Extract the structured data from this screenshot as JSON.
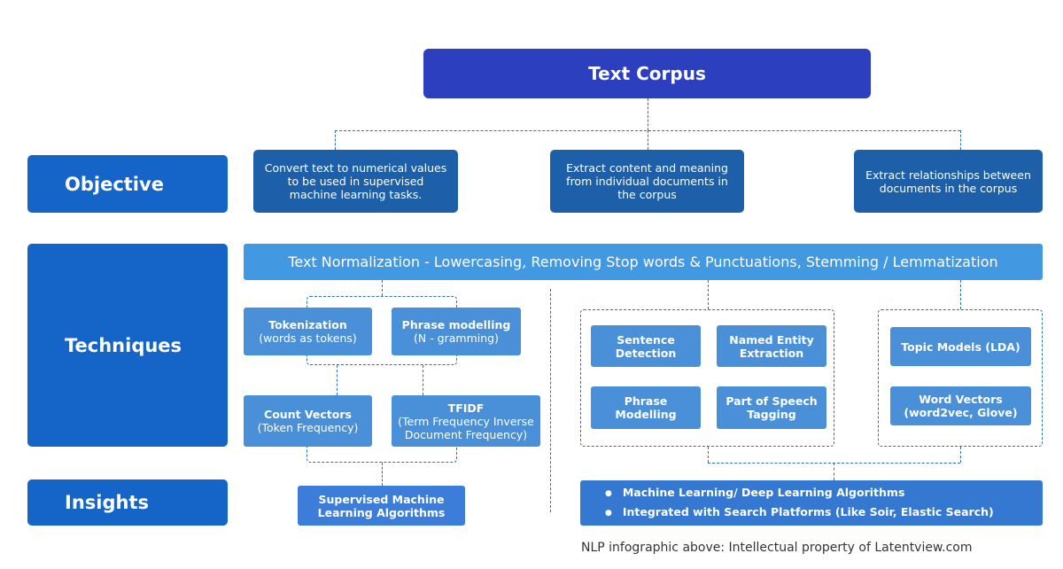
{
  "title": "Text Corpus",
  "sections": {
    "objective": "Objective",
    "techniques": "Techniques",
    "insights": "Insights"
  },
  "objectives": [
    "Convert text to numerical values to be used in supervised machine learning tasks.",
    "Extract content and meaning from individual documents in the corpus",
    "Extract relationships between documents in the corpus"
  ],
  "normalization": "Text Normalization - Lowercasing, Removing Stop words & Punctuations, Stemming / Lemmatization",
  "techniques": {
    "tokenization": {
      "title": "Tokenization",
      "sub": "(words as tokens)"
    },
    "phrase_modelling": {
      "title": "Phrase modelling",
      "sub": "(N - gramming)"
    },
    "count_vectors": {
      "title": "Count Vectors",
      "sub": "(Token Frequency)"
    },
    "tfidf": {
      "title": "TFIDF",
      "sub": "(Term Frequency Inverse Document Frequency)"
    },
    "sentence_detection": "Sentence Detection",
    "named_entity": "Named Entity Extraction",
    "phrase_modelling_2": "Phrase Modelling",
    "pos_tagging": "Part of Speech Tagging",
    "topic_models": "Topic Models (LDA)",
    "word_vectors": "Word Vectors (word2vec, Glove)"
  },
  "insights": {
    "supervised": "Supervised Machine Learning Algorithms",
    "list": [
      "Machine Learning/ Deep Learning Algorithms",
      "Integrated with Search Platforms (Like Soir, Elastic Search)"
    ]
  },
  "credit": "NLP infographic above: Intellectual property of Latentview.com",
  "colors": {
    "title": "#2b3fbf",
    "section": "#1565c8",
    "objective": "#1d5fa8",
    "normalization": "#4299e1",
    "technique": "#4a90d9",
    "connector": "#2c6fbf"
  }
}
